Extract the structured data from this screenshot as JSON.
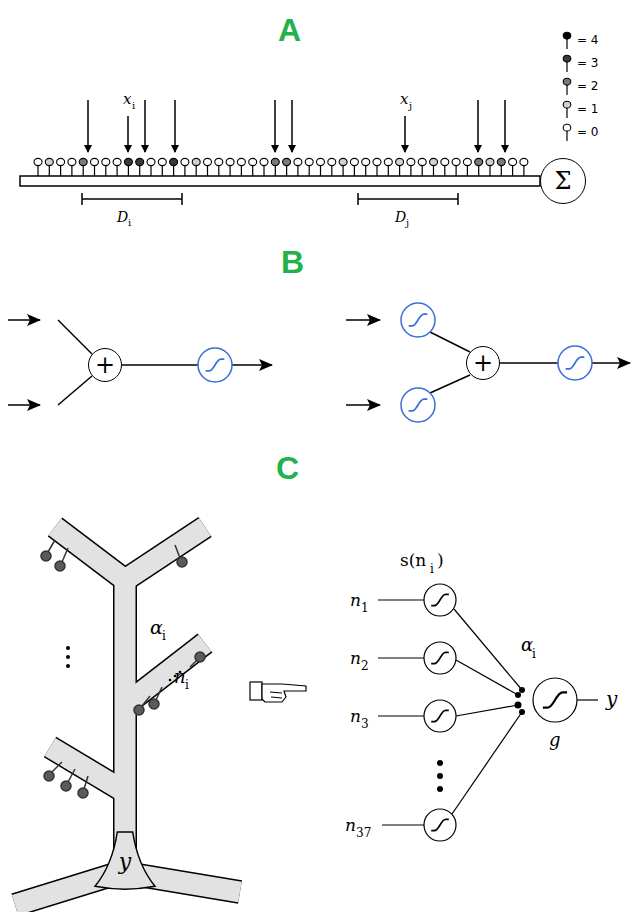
{
  "diagram": {
    "nodes": [
      {
        "text": [
          "Σ"
        ]
      },
      {
        "text": [
          "+"
        ]
      },
      {
        "text": [
          "+"
        ]
      },
      {
        "text": [
          "y"
        ]
      }
    ],
    "labels": [
      "A",
      "x",
      "i",
      "x",
      "j",
      "D",
      "i",
      "D",
      "j",
      "B",
      "C",
      "α",
      "i",
      "n",
      "i",
      "s(n",
      "i",
      ")",
      "n",
      "1",
      "n",
      "2",
      "n",
      "3",
      "n",
      "37",
      "α",
      "i",
      "y",
      "g"
    ],
    "legend": [
      {
        "text": "= 4"
      },
      {
        "text": "= 3"
      },
      {
        "text": "= 2"
      },
      {
        "text": "= 1"
      },
      {
        "text": "= 0"
      }
    ]
  }
}
